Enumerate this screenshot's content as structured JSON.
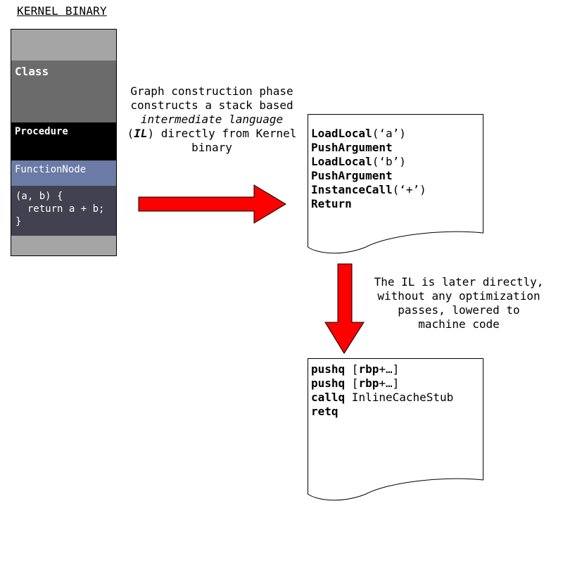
{
  "kernel": {
    "title": "KERNEL BINARY",
    "segments": {
      "class": "Class",
      "procedure": "Procedure",
      "function_node": "FunctionNode",
      "code": [
        "(a, b) {",
        "  return a + b;",
        "}"
      ]
    }
  },
  "descriptions": {
    "graph_phase": {
      "line1": "Graph construction phase",
      "line2": "constructs a stack based",
      "line3_italic": "intermediate language",
      "line4_open": "(",
      "line4_abbr": "IL",
      "line4_rest": ") directly from Kernel",
      "line5": "binary"
    },
    "lowering": [
      "The IL is later directly,",
      "without any optimization",
      "passes, lowered to",
      "machine code"
    ]
  },
  "il_document": [
    {
      "op": "LoadLocal",
      "arg": "(‘a’)"
    },
    {
      "op": "PushArgument",
      "arg": ""
    },
    {
      "op": "LoadLocal",
      "arg": "(‘b’)"
    },
    {
      "op": "PushArgument",
      "arg": ""
    },
    {
      "op": "InstanceCall",
      "arg": "(‘+’)"
    },
    {
      "op": "Return",
      "arg": ""
    }
  ],
  "asm_document": [
    {
      "op": "pushq",
      "pre": " [",
      "reg": "rbp",
      "post": "+…]"
    },
    {
      "op": "pushq",
      "pre": " [",
      "reg": "rbp",
      "post": "+…]"
    },
    {
      "op": "callq",
      "pre": " InlineCacheStub",
      "reg": "",
      "post": ""
    },
    {
      "op": "retq",
      "pre": "",
      "reg": "",
      "post": ""
    }
  ],
  "colors": {
    "arrow": "#ff0000",
    "segment_top": "#a5a5a5",
    "segment_class": "#6b6b6b",
    "segment_procedure": "#000000",
    "segment_function_node": "#6b7ba6",
    "segment_code": "#41414f"
  }
}
